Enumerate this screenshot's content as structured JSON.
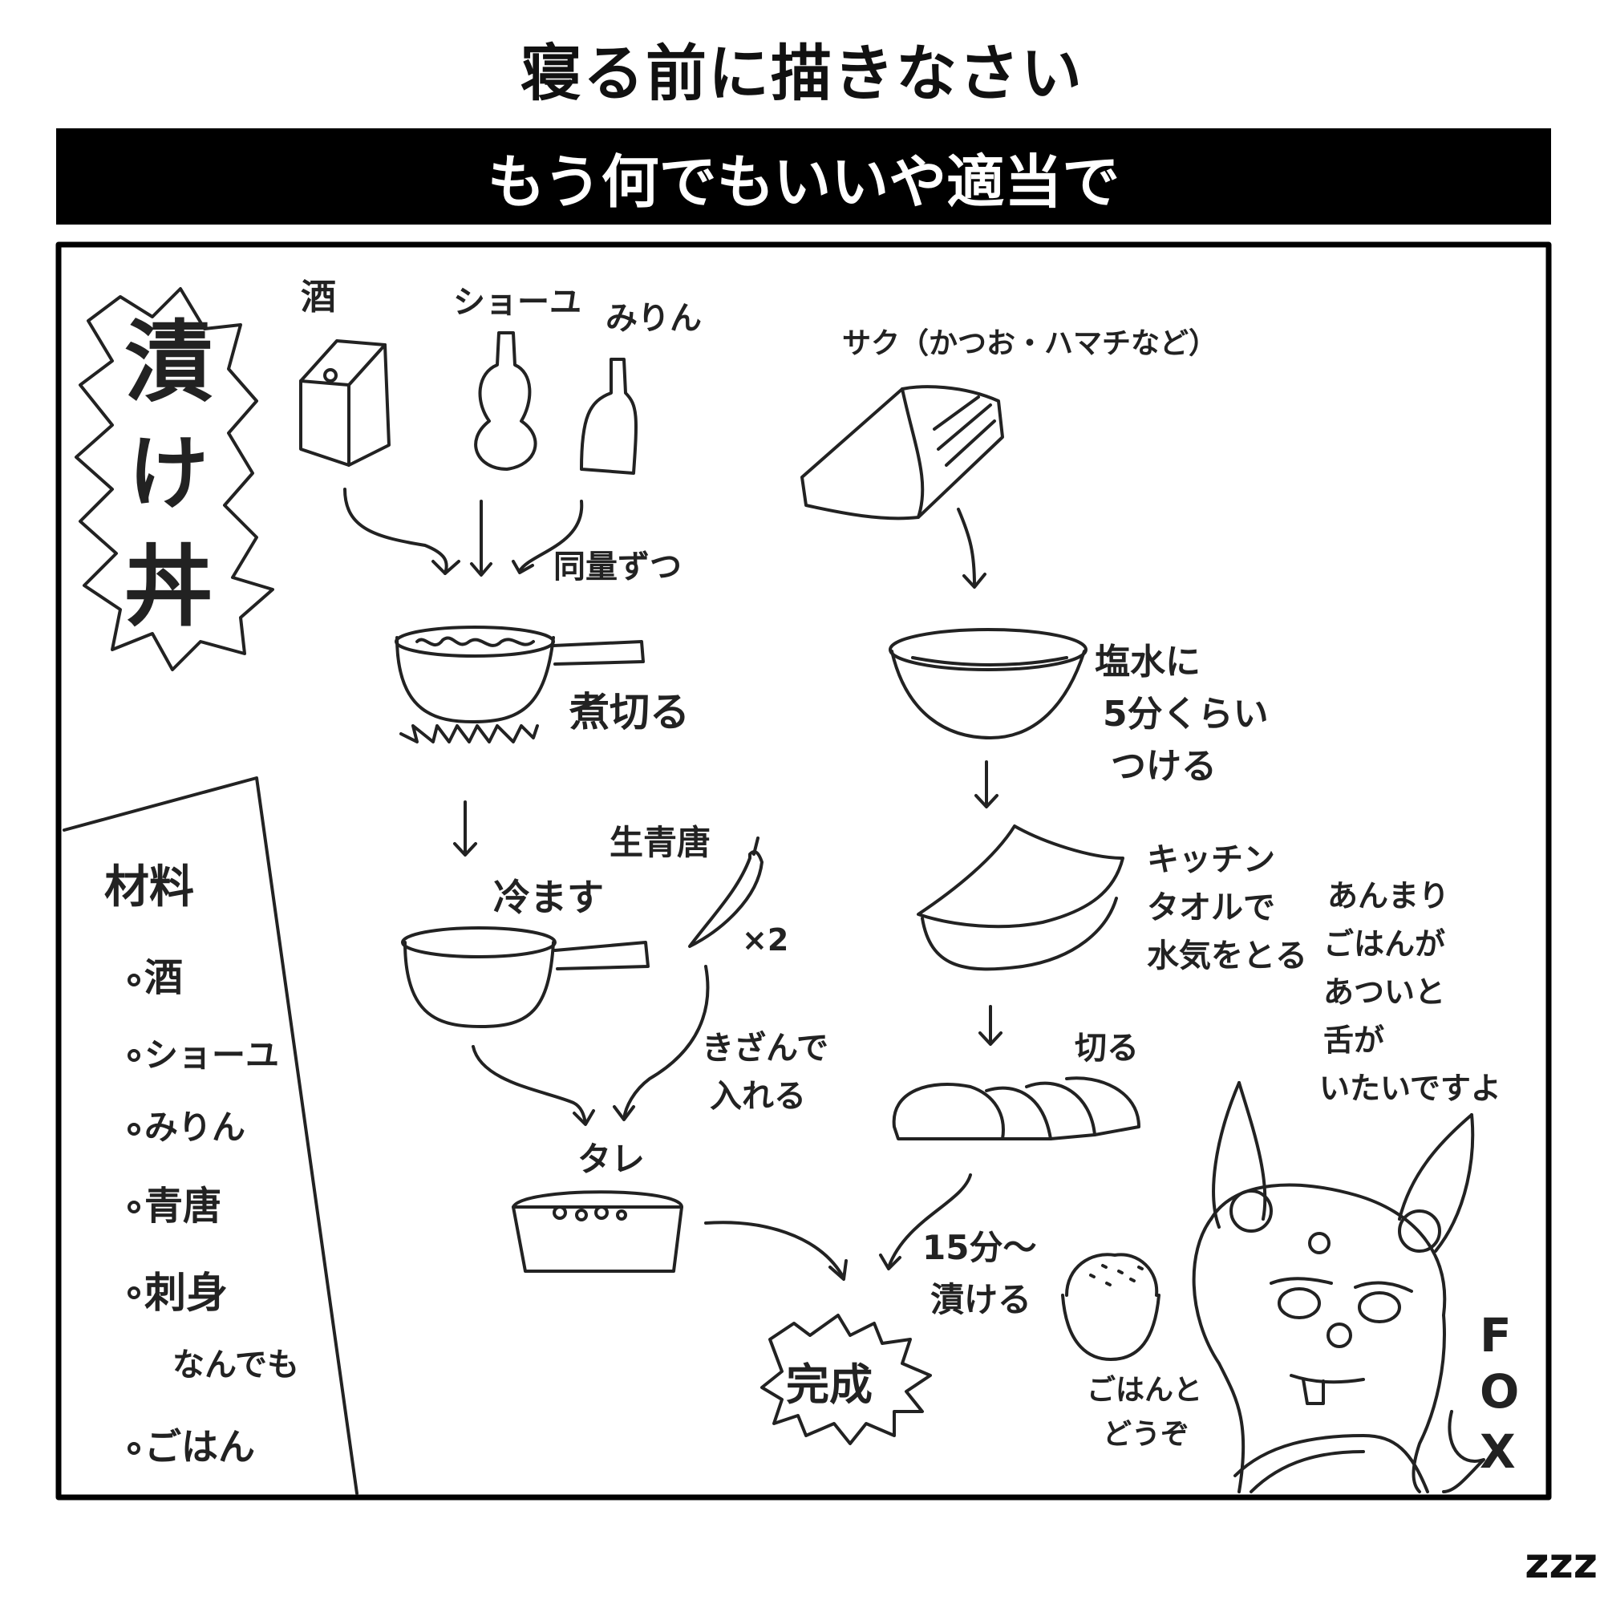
{
  "header": {
    "title": "寝る前に描きなさい"
  },
  "banner": {
    "text": "もう何でもいいや適当で"
  },
  "dish_title": {
    "chars": [
      "漬",
      "け",
      "丼"
    ]
  },
  "ingredients_labels": {
    "sake": "酒",
    "shoyu": "ショーユ",
    "mirin": "みりん"
  },
  "fish": {
    "label": "サク（かつお・ハマチなど）"
  },
  "steps": {
    "equal_amounts": "同量ずつ",
    "boil": "煮切る",
    "cool": "冷ます",
    "ginger": "生青唐",
    "times_two": "×2",
    "chop": [
      "きざんで",
      "入れる"
    ],
    "sauce": "タレ",
    "brine": [
      "塩水に",
      "5分くらい",
      "つける"
    ],
    "towel": [
      "キッチン",
      "タオルで",
      "水気をとる"
    ],
    "slice": "切る",
    "marinate": [
      "15分～",
      "漬ける"
    ],
    "done": "完成"
  },
  "materials": {
    "title": "材料",
    "items": [
      "酒",
      "ショーユ",
      "みりん",
      "青唐",
      "刺身"
    ],
    "note": "なんでも",
    "last": "ごはん"
  },
  "comment": [
    "あんまり",
    "ごはんが",
    "あついと",
    "舌が",
    "いたいですよ"
  ],
  "rice": [
    "ごはんと",
    "どうぞ"
  ],
  "signature": [
    "F",
    "O",
    "X"
  ],
  "footer": {
    "zzz": "zzz"
  }
}
